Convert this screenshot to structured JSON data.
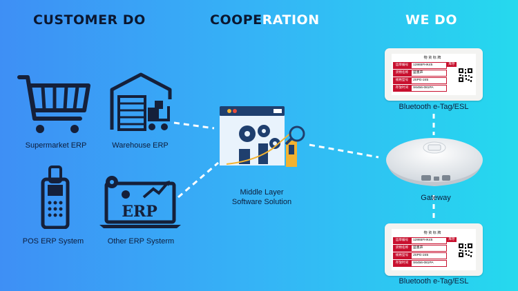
{
  "headers": {
    "customer_do": "CUSTOMER DO",
    "cooperation_part1": "COOPE",
    "cooperation_part2": "RATION",
    "we_do": "WE DO"
  },
  "labels": {
    "supermarket": "Supermarket ERP",
    "warehouse": "Warehouse ERP",
    "pos": "POS ERP System",
    "other": "Other ERP Systerm",
    "middle_line1": "Middle Layer",
    "middle_line2": "Software Solution",
    "gateway": "Gateway",
    "etag_top": "Bluetooth e-Tag/ESL",
    "etag_bottom": "Bluetooth e-Tag/ESL",
    "erp_text": "ERP"
  },
  "etag": {
    "title": "物 资 标 牌",
    "badge": "库存",
    "rows": [
      {
        "key": "运单编号",
        "value": "12865FHK45"
      },
      {
        "key": "货物名称",
        "value": "蓝墨声"
      },
      {
        "key": "规格型号",
        "value": "JSPG-245"
      },
      {
        "key": "存放时间",
        "value": "S6456-081PA"
      }
    ]
  },
  "colors": {
    "header_dark": "#0b1730",
    "header_white": "#ffffff",
    "tag_red": "#c8102e",
    "icon_dark": "#15203a",
    "accent_yellow": "#f2b230",
    "gear_navy": "#1f3f6e"
  }
}
